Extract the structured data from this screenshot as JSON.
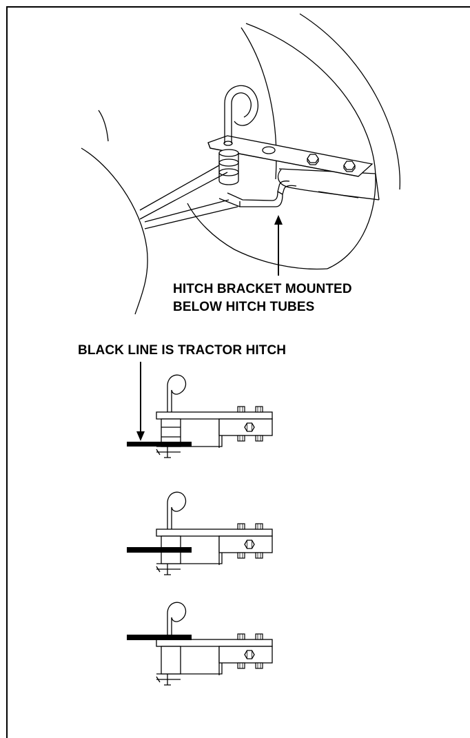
{
  "labels": {
    "bracket_line1": "HITCH BRACKET MOUNTED",
    "bracket_line2": "BELOW HITCH TUBES",
    "tractor_hitch": "BLACK LINE IS TRACTOR HITCH"
  },
  "colors": {
    "ink": "#000000",
    "paper": "#ffffff"
  },
  "icons": [
    "hitch-pin-icon",
    "hex-bolt-icon",
    "arrow-down-icon"
  ]
}
